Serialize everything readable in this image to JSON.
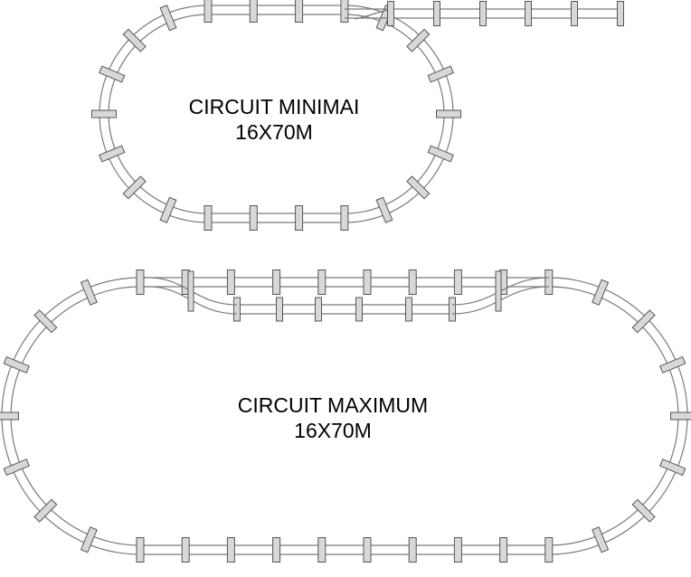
{
  "circuits": {
    "minimal": {
      "title": "CIRCUIT MINIMAI",
      "size": "16X70M"
    },
    "maximum": {
      "title": "CIRCUIT MAXIMUM",
      "size": "16X70M"
    }
  },
  "colors": {
    "rail": "#7a7a7a",
    "tie_fill": "#d8d8d8",
    "tie_stroke": "#555555",
    "text": "#000000",
    "background": "#ffffff"
  }
}
